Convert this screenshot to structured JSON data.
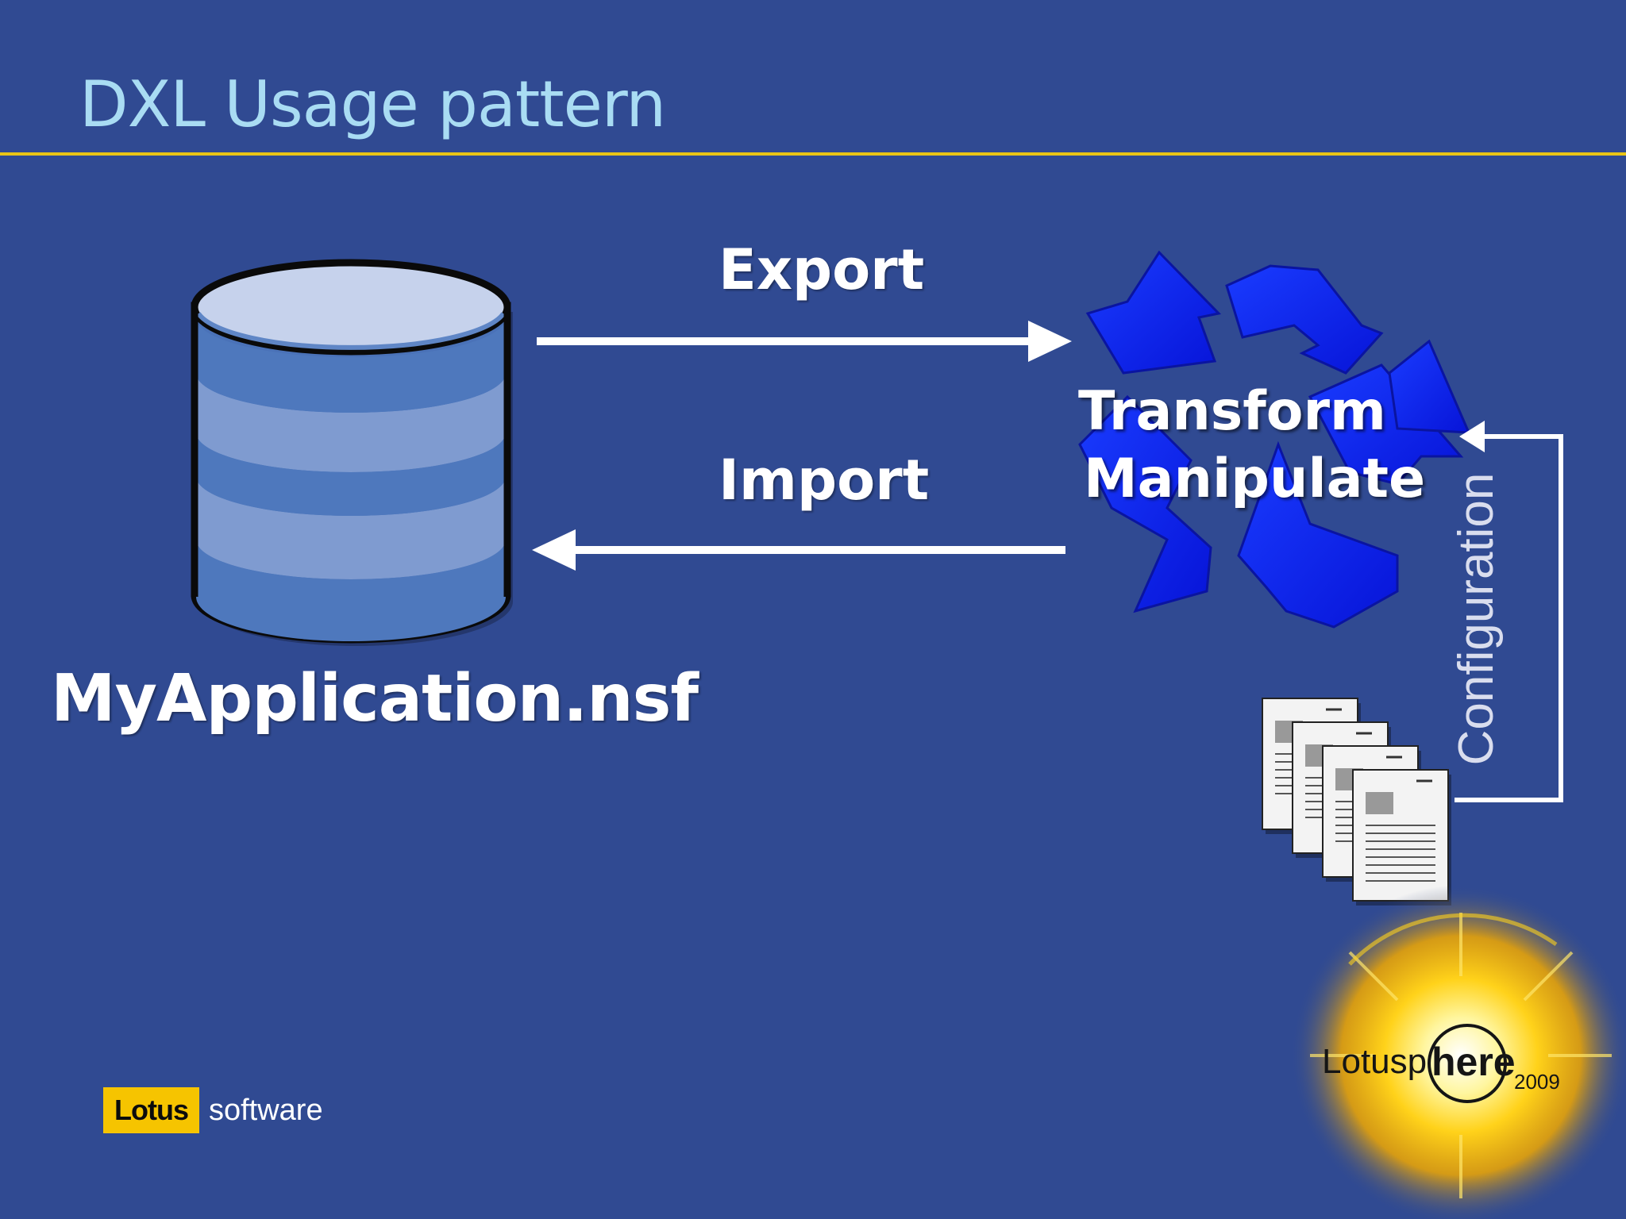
{
  "slide": {
    "title": "DXL Usage pattern",
    "accent_color": "#e9c416",
    "background_color": "#304a92"
  },
  "diagram": {
    "database_label": "MyApplication.nsf",
    "export_label": "Export",
    "import_label": "Import",
    "transform_label": "Transform",
    "manipulate_label": "Manipulate",
    "configuration_label": "Configuration",
    "recycle_color": "#0a1ff0"
  },
  "footer": {
    "vendor_brand": "Lotus",
    "vendor_suffix": "software",
    "event_logo_text": "Lotusphere 2009"
  }
}
